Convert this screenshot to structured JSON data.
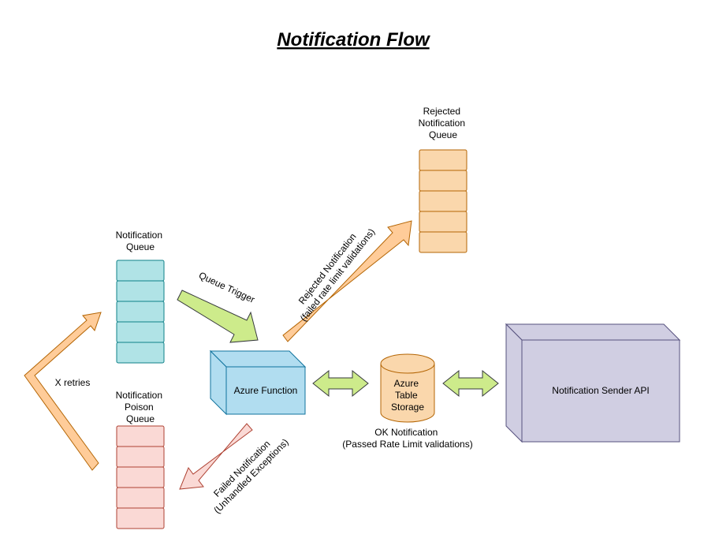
{
  "title": "Notification Flow",
  "colors": {
    "teal": "#b0e3e6",
    "teal_stroke": "#0e8088",
    "orange": "#fad7ac",
    "orange_stroke": "#b46504",
    "pink": "#fad9d5",
    "pink_stroke": "#ae4132",
    "blue": "#b1ddf0",
    "blue_stroke": "#10739e",
    "purple": "#d0cee2",
    "purple_stroke": "#56517e",
    "green": "#cdeb8b",
    "green_stroke": "#36393d",
    "orange_arrow": "#ffcc99"
  },
  "nodes": {
    "notification_queue": {
      "label_lines": [
        "Notification",
        "Queue"
      ]
    },
    "poison_queue": {
      "label_lines": [
        "Notification",
        "Poison",
        "Queue"
      ]
    },
    "rejected_queue": {
      "label_lines": [
        "Rejected",
        "Notification",
        "Queue"
      ]
    },
    "azure_function": {
      "label": "Azure Function"
    },
    "table_storage": {
      "label_lines": [
        "Azure",
        "Table",
        "Storage"
      ]
    },
    "sender_api": {
      "label": "Notification Sender API"
    }
  },
  "edges": {
    "queue_trigger": {
      "label": "Queue Trigger"
    },
    "rejected": {
      "label_lines": [
        "Rejected Notification",
        "(failed rate limit validations)"
      ]
    },
    "failed": {
      "label_lines": [
        "Failed Notification",
        "(Unhandled Exceptions)"
      ]
    },
    "retries": {
      "label": "X retries"
    },
    "ok": {
      "label_lines": [
        "OK Notification",
        "(Passed Rate Limit validations)"
      ]
    }
  }
}
